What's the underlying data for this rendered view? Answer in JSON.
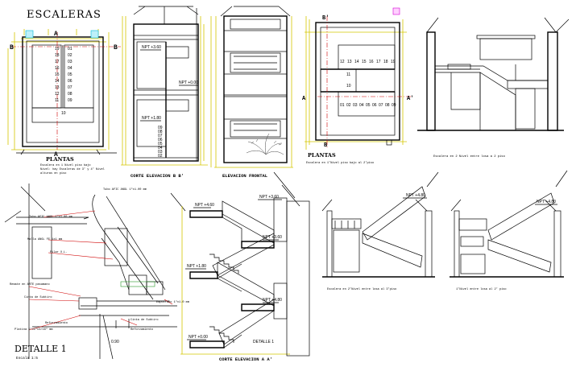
{
  "title": "ESCALERAS",
  "colors": {
    "ink": "#000000",
    "dimension": "#d4c600",
    "accent_red": "#d00000",
    "accent_green": "#2a9a2a",
    "accent_cyan": "#00b8d8",
    "accent_magenta": "#d400d4"
  },
  "plan_left": {
    "label": "PLANTAS",
    "note_lines": [
      "Escalera en 1 Nivel piso bajo",
      "Nivel: hay Escaleras de 3° y 4° Nivel",
      "alturas en piso"
    ],
    "section_marks": [
      "A",
      "A",
      "B",
      "B"
    ],
    "step_numbers_left": [
      "19",
      "18",
      "17",
      "16",
      "15",
      "14",
      "13",
      "12",
      "11"
    ],
    "step_numbers_right": [
      "01",
      "02",
      "03",
      "04",
      "05",
      "06",
      "07",
      "08",
      "09"
    ],
    "step_ten": "10"
  },
  "corte_bb": {
    "label": "CORTE ELEVACION  B B'",
    "levels": [
      "NPT +3.60",
      "NPT +0.00",
      "NPT +1.80"
    ],
    "step_numbers": [
      "09",
      "08",
      "07",
      "06",
      "05",
      "04",
      "03",
      "02",
      "01"
    ]
  },
  "elev_frontal": {
    "label": "ELEVACION FRONTAL"
  },
  "plan_right": {
    "label": "PLANTAS",
    "note": "Escalera en 1°Nivel piso bajo al 2°piso",
    "section_marks": [
      "B'",
      "B",
      "A",
      "A'"
    ],
    "step_top": [
      "12",
      "13",
      "14",
      "15",
      "16",
      "17",
      "18",
      "19"
    ],
    "step_mid": [
      "11",
      "10"
    ],
    "step_bottom": [
      "01",
      "02",
      "03",
      "04",
      "05",
      "06",
      "07",
      "08",
      "09"
    ]
  },
  "elev_right_top": {
    "caption": "Escalera en 2 Nivel entre losa a 2 piso"
  },
  "detalle": {
    "title": "DETALLE  1",
    "scale": "Escala  1:5",
    "callouts": [
      "Tubo AFIC ANGL 1\"x1.00 mm",
      "Tubo AFIC ANGL 1\"x1.00 mm",
      "Malla ANGL FE 1x1 mm",
      "Pilar X.L.",
      "Remate en ARTE pasamano",
      "Cinta de Subtiro",
      "Empotrado 1\"x1.0 mm",
      "Cinta de Subtiro",
      "Platina 1\"x1\"x3/16\" mm",
      "Reforzamiento",
      "Reforzamiento",
      "0.90"
    ]
  },
  "corte_aa": {
    "label": "CORTE ELEVACION  A A'",
    "levels": [
      "NPT +4.60",
      "NPT +3.60",
      "NPT +1.80",
      "NPT +0.00",
      "NPT +3.60",
      "NPT +4.80"
    ],
    "detail_mark": "DETALLE 1"
  },
  "elev_small_1": {
    "caption": "Escalera en 2°Nivel entre losa al 3°piso",
    "level": "NPT +4.80"
  },
  "elev_small_2": {
    "caption": "1°Nivel entre losa al 2° piso",
    "level": "NPT +4.80"
  }
}
